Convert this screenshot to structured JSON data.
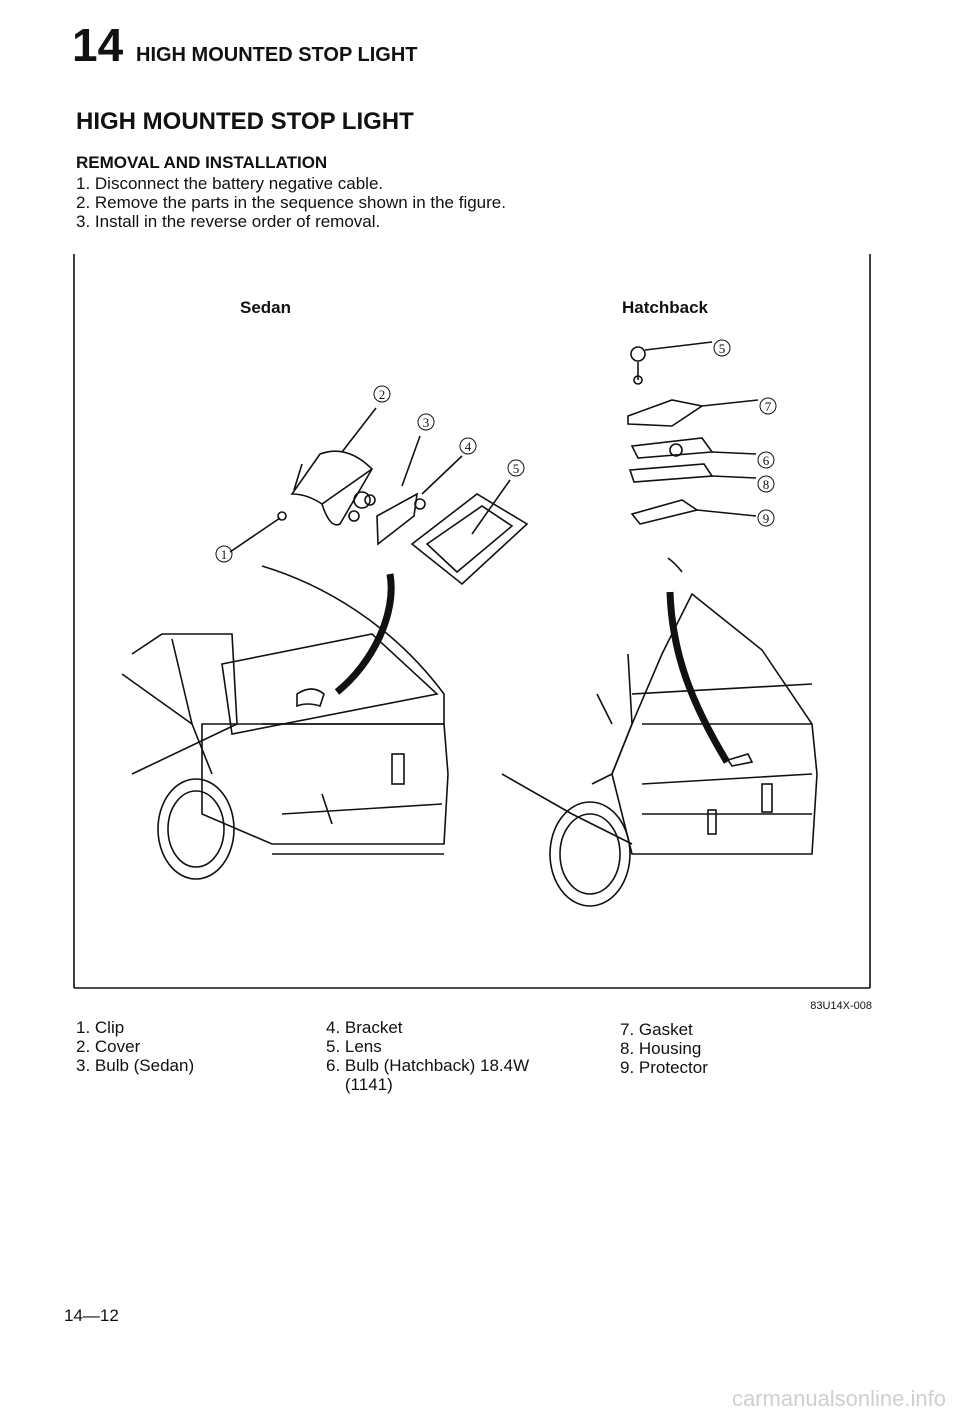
{
  "chapter": {
    "number": "14",
    "title": "HIGH MOUNTED STOP LIGHT"
  },
  "heading": "HIGH MOUNTED STOP LIGHT",
  "section": {
    "title": "REMOVAL AND INSTALLATION",
    "steps": [
      "1. Disconnect the battery negative cable.",
      "2. Remove the parts in the sequence shown in the figure.",
      "3. Install in the reverse order of removal."
    ]
  },
  "figure": {
    "label_left": "Sedan",
    "label_right": "Hatchback",
    "code": "83U14X-008",
    "callouts_left": [
      "1",
      "2",
      "3",
      "4",
      "5"
    ],
    "callouts_right": [
      "5",
      "7",
      "6",
      "8",
      "9"
    ]
  },
  "legend": {
    "col1": [
      "1. Clip",
      "2. Cover",
      "3. Bulb (Sedan)"
    ],
    "col2": [
      "4. Bracket",
      "5. Lens",
      "6. Bulb (Hatchback) 18.4W",
      "    (1141)"
    ],
    "col3": [
      "7. Gasket",
      "8. Housing",
      "9. Protector"
    ]
  },
  "page_number": "14—12",
  "watermark": "carmanualsonline.info"
}
